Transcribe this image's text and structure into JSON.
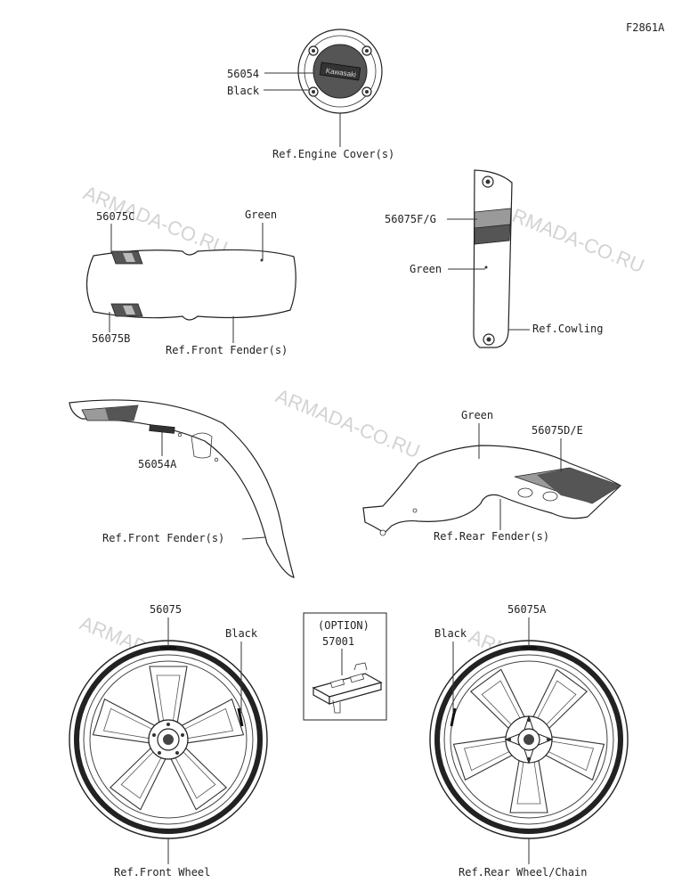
{
  "figure_code": "F2861A",
  "watermark": "ARMADA-CO.RU",
  "colors": {
    "line": "#222222",
    "watermark": "#d3d3d3",
    "decal_dark": "#555555",
    "decal_light": "#9a9a9a"
  },
  "groups": {
    "engine_cover": {
      "part_number": "56054",
      "color": "Black",
      "ref": "Ref.Engine Cover(s)",
      "logo_text": "Kawasaki"
    },
    "front_fender_top": {
      "part_upper": "56075C",
      "part_lower": "56075B",
      "color": "Green",
      "ref": "Ref.Front Fender(s)"
    },
    "cowling": {
      "part_number": "56075F/G",
      "color": "Green",
      "ref": "Ref.Cowling"
    },
    "front_fender_side": {
      "part_number": "56054A",
      "ref": "Ref.Front Fender(s)"
    },
    "rear_fender": {
      "part_number": "56075D/E",
      "color": "Green",
      "ref": "Ref.Rear Fender(s)"
    },
    "option": {
      "title": "(OPTION)",
      "part_number": "57001"
    },
    "front_wheel": {
      "part_number": "56075",
      "color": "Black",
      "ref": "Ref.Front Wheel"
    },
    "rear_wheel": {
      "part_number": "56075A",
      "color": "Black",
      "ref": "Ref.Rear Wheel/Chain"
    }
  }
}
